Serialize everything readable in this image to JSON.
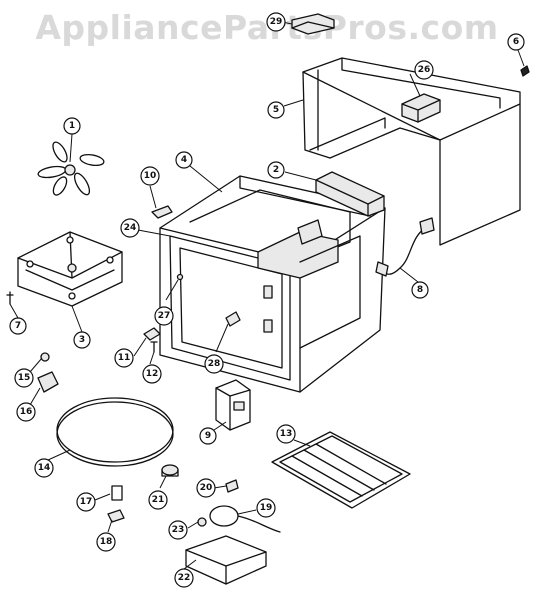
{
  "watermark": "AppliancePartsPros.com",
  "callouts": [
    "1",
    "2",
    "3",
    "4",
    "5",
    "6",
    "7",
    "8",
    "9",
    "10",
    "11",
    "12",
    "13",
    "14",
    "15",
    "16",
    "17",
    "18",
    "19",
    "20",
    "21",
    "22",
    "23",
    "24",
    "26",
    "27",
    "28",
    "29"
  ]
}
